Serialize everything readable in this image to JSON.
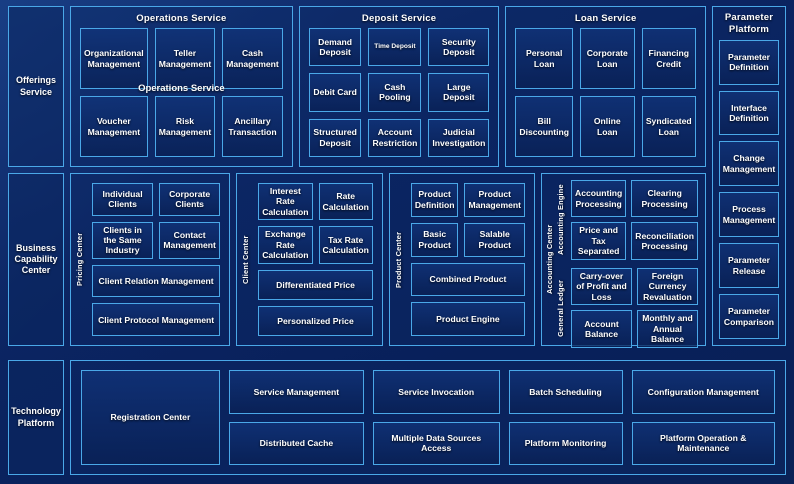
{
  "rows": {
    "offerings": {
      "label": "Offerings\nService",
      "label_line1": "Offerings",
      "label_line2": "Service",
      "panels": [
        {
          "title": "Operations Service",
          "duplicate_title": "Operations Service",
          "cells": [
            "Organizational Management",
            "Teller Management",
            "Cash Management",
            "Voucher Management",
            "Risk Management",
            "Ancillary Transaction"
          ]
        },
        {
          "title": "Deposit Service",
          "cells": [
            "Demand Deposit",
            "Time Deposit",
            "Security Deposit",
            "Debit Card",
            "Cash Pooling",
            "Large Deposit",
            "Structured Deposit",
            "Account Restriction",
            "Judicial Investigation"
          ],
          "small_cells": [
            "Time Deposit"
          ]
        },
        {
          "title": "Loan Service",
          "cells": [
            "Personal Loan",
            "Corporate Loan",
            "Financing Credit",
            "Bill Discounting",
            "Online Loan",
            "Syndicated Loan"
          ]
        }
      ]
    },
    "business_capability": {
      "label_line1": "Business",
      "label_line2": "Capability",
      "label_line3": "Center",
      "groups": [
        {
          "vlabel": "Pricing Center",
          "cells": [
            {
              "text": "Individual Clients",
              "wide": false
            },
            {
              "text": "Corporate Clients",
              "wide": false
            },
            {
              "text": "Clients in the Same Industry",
              "wide": false
            },
            {
              "text": "Contact Management",
              "wide": false
            },
            {
              "text": "Client Relation Management",
              "wide": true
            },
            {
              "text": "Client Protocol Management",
              "wide": true
            }
          ]
        },
        {
          "vlabel": "Client Center",
          "cells": [
            {
              "text": "Interest Rate Calculation",
              "wide": false
            },
            {
              "text": "Rate Calculation",
              "wide": false
            },
            {
              "text": "Exchange Rate Calculation",
              "wide": false
            },
            {
              "text": "Tax Rate Calculation",
              "wide": false
            },
            {
              "text": "Differentiated Price",
              "wide": true
            },
            {
              "text": "Personalized Price",
              "wide": true
            }
          ]
        },
        {
          "vlabel": "Product Center",
          "cells": [
            {
              "text": "Product Definition",
              "wide": false
            },
            {
              "text": "Product Management",
              "wide": false
            },
            {
              "text": "Basic Product",
              "wide": false
            },
            {
              "text": "Salable Product",
              "wide": false
            },
            {
              "text": "Combined Product",
              "wide": true
            },
            {
              "text": "Product Engine",
              "wide": true
            }
          ]
        }
      ],
      "accounting": {
        "outer_vlabel": "Accounting Center",
        "sub_groups": [
          {
            "vlabel": "Accounting Engine",
            "cells": [
              "Accounting Processing",
              "Clearing Processing",
              "Price and Tax Separated",
              "Reconciliation Processing"
            ]
          },
          {
            "vlabel": "General Ledger",
            "cells": [
              "Carry-over of Profit and Loss",
              "Foreign Currency Revaluation",
              "Account Balance",
              "Monthly and Annual Balance"
            ]
          }
        ]
      }
    },
    "technology_platform": {
      "label_line1": "Technology",
      "label_line2": "Platform",
      "registration": "Registration Center",
      "columns": [
        [
          "Service Management",
          "Distributed Cache"
        ],
        [
          "Service Invocation",
          "Multiple Data Sources Access"
        ],
        [
          "Batch Scheduling",
          "Platform Monitoring"
        ],
        [
          "Configuration Management",
          "Platform Operation & Maintenance"
        ]
      ]
    }
  },
  "parameter_platform": {
    "title_line1": "Parameter",
    "title_line2": "Platform",
    "items": [
      "Parameter Definition",
      "Interface Definition",
      "Change Management",
      "Process Management",
      "Parameter Release",
      "Parameter Comparison"
    ]
  },
  "colors": {
    "background": "#0a2156",
    "border": "#4aa8e8",
    "text": "#ffffff",
    "panel_fill": "#0c2864"
  }
}
